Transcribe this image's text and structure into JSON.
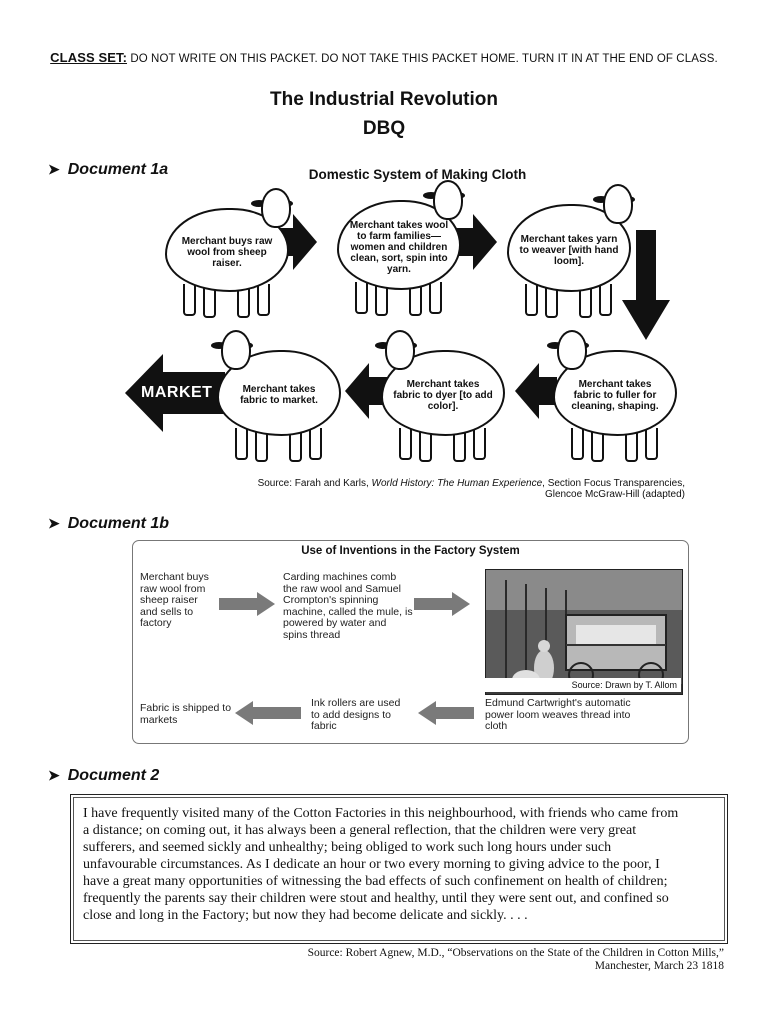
{
  "notice": {
    "label": "CLASS SET:",
    "text": "DO NOT WRITE ON THIS PACKET.  DO NOT TAKE THIS PACKET HOME. TURN IT IN AT THE END OF CLASS."
  },
  "title": {
    "line1": "The Industrial Revolution",
    "line2": "DBQ"
  },
  "doc1a": {
    "heading": "Document 1a",
    "diagram_title": "Domestic System of Making Cloth",
    "steps": [
      "Merchant buys raw wool from sheep raiser.",
      "Merchant takes wool to farm families—women and children clean, sort, spin into yarn.",
      "Merchant takes yarn to weaver [with hand loom].",
      "Merchant takes fabric to fuller for cleaning, shaping.",
      "Merchant takes fabric to dyer [to add color].",
      "Merchant takes fabric to market."
    ],
    "market_label": "MARKET",
    "source_prefix": "Source: Farah and Karls, ",
    "source_title": "World History: The Human Experience",
    "source_suffix": ", Section Focus Transparencies,",
    "source_line2": "Glencoe McGraw-Hill (adapted)"
  },
  "doc1b": {
    "heading": "Document 1b",
    "diagram_title": "Use of Inventions in the Factory System",
    "step1": "Merchant buys raw wool from sheep raiser and sells to factory",
    "step2": "Carding machines comb the raw wool and Samuel Crompton's spinning machine, called the mule, is powered by water and spins thread",
    "photo_source": "Source: Drawn by T. Allom",
    "step3": "Edmund Cartwright's automatic power loom weaves thread into cloth",
    "step4": "Ink rollers are used to add designs to fabric",
    "step5": "Fabric is shipped to markets"
  },
  "doc2": {
    "heading": "Document 2",
    "lines": [
      "I have frequently visited many of the Cotton Factories in this neighbourhood, with friends who came from",
      "a distance; on coming out, it has always been a general reflection, that the children were very great",
      "sufferers, and seemed sickly and unhealthy; being obliged to work such long hours under such",
      "unfavourable circumstances. As I dedicate an hour or two every morning to giving advice to the poor, I",
      "have a great many opportunities of witnessing the bad effects of such confinement on health of children;",
      "frequently the parents say their children were stout and healthy, until they were sent out, and confined so",
      "close and long in the Factory; but now they had become delicate and sickly. . . ."
    ],
    "source_line1": "Source: Robert Agnew, M.D., “Observations on the State of the Children in Cotton Mills,”",
    "source_line2": "Manchester, March 23 1818"
  }
}
